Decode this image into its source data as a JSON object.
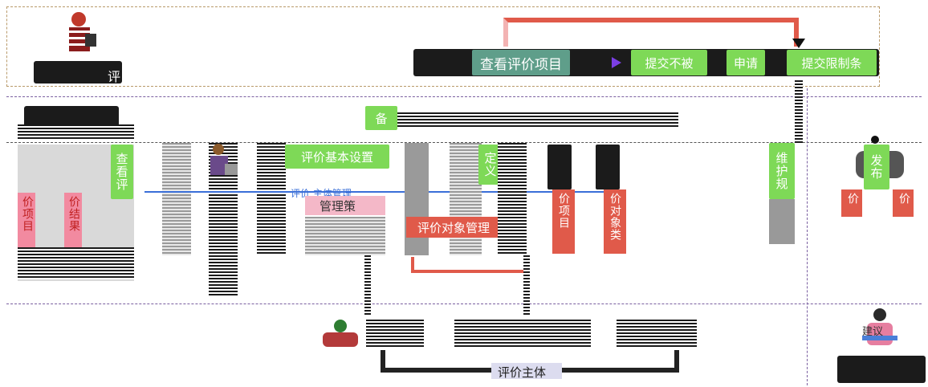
{
  "top_flow": {
    "view_project": "查看评价项目",
    "submit_not": "提交不被",
    "apply": "申请",
    "submit_limit": "提交限制条"
  },
  "left_panel": {
    "actor_label": "评",
    "view_col": "查看评",
    "col_a": "价项目",
    "col_b": "价结果"
  },
  "middle": {
    "prepare": "备",
    "basic_settings": "评价基本设置",
    "manage_arrow": "评价 主体管理",
    "mgmt_strategy": "管理策",
    "object_mgmt": "评价对象管理",
    "define": "定义",
    "item_col": "价项目",
    "object_col": "价对象类"
  },
  "right": {
    "maintain": "维护规",
    "publish": "发布",
    "col_1": "价",
    "col_2": "价",
    "suggest": "建议"
  },
  "bottom": {
    "eval_subject": "评价主体"
  },
  "colors": {
    "green": "#7ed957",
    "teal": "#5f9e8a",
    "pink": "#f28aa0",
    "red": "#e05a4a",
    "purple": "#7b3fe4",
    "dark": "#1b1b1b"
  }
}
